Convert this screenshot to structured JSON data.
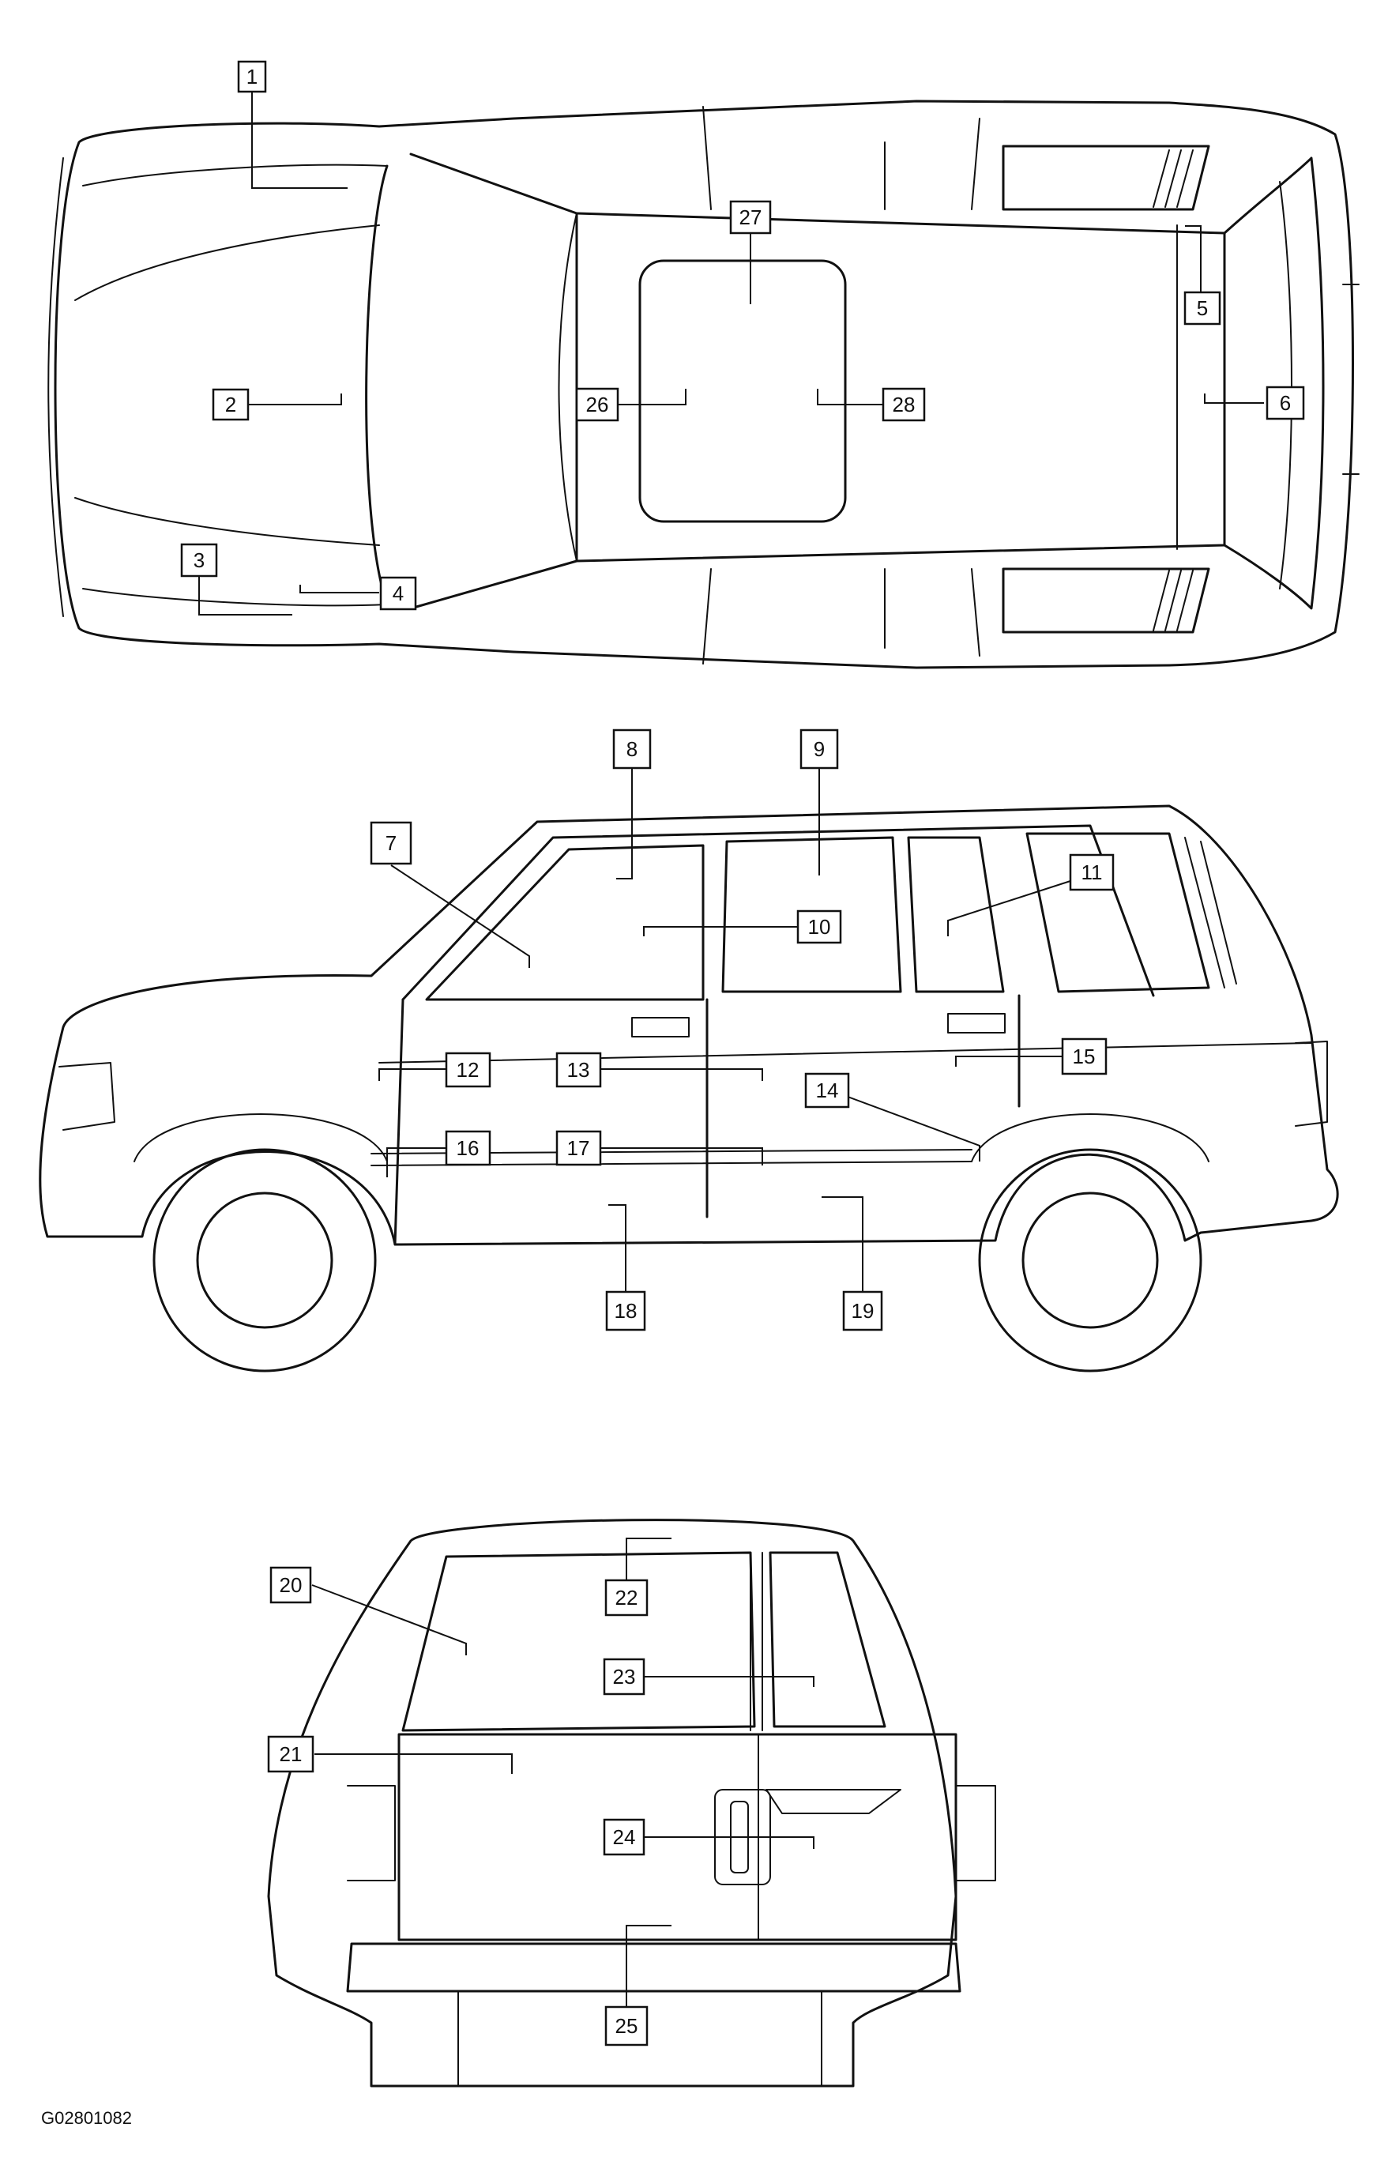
{
  "figure_code": "G02801082",
  "callouts": [
    "1",
    "2",
    "3",
    "4",
    "5",
    "6",
    "7",
    "8",
    "9",
    "10",
    "11",
    "12",
    "13",
    "14",
    "15",
    "16",
    "17",
    "18",
    "19",
    "20",
    "21",
    "22",
    "23",
    "24",
    "25",
    "26",
    "27",
    "28"
  ]
}
